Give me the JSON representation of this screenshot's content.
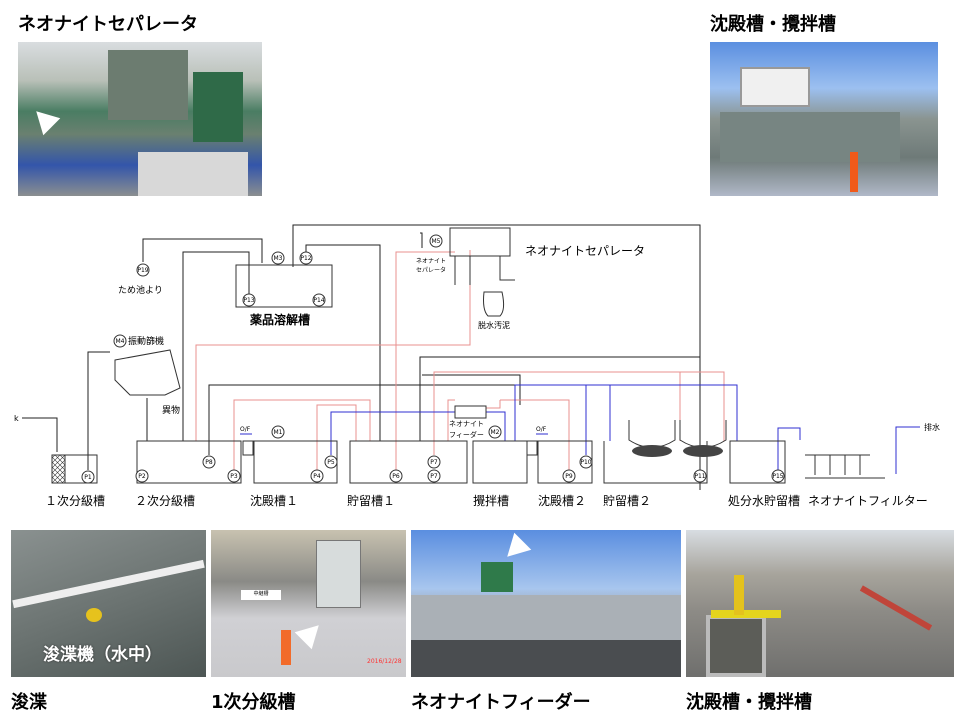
{
  "top_photos": [
    {
      "caption": "ネオナイトセパレータ"
    },
    {
      "caption": "沈殿槽・攪拌槽"
    }
  ],
  "bottom_photos": [
    {
      "caption": "浚渫",
      "overlay": "浚渫機（水中）"
    },
    {
      "caption": "1次分級槽",
      "sign": "中継槽",
      "date": "2016/12/28"
    },
    {
      "caption": "ネオナイトフィーダー"
    },
    {
      "caption": "沈殿槽・攪拌槽"
    }
  ],
  "diagram": {
    "tanks": {
      "t1": "１次分級槽",
      "t2": "２次分級槽",
      "t3": "沈殿槽１",
      "t4": "貯留槽１",
      "t5": "攪拌槽",
      "t6": "沈殿槽２",
      "t7": "貯留槽２",
      "t8": "処分水貯留槽",
      "t9": "ネオナイトフィルター",
      "chem": "薬品溶解槽"
    },
    "labels": {
      "separator": "ネオナイトセパレータ",
      "separator_small_1": "ネオナイト",
      "separator_small_2": "セパレータ",
      "sludge": "脱水汚泥",
      "feeder_1": "ネオナイト",
      "feeder_2": "フィーダー",
      "screen": "振動篩機",
      "foreign": "異物",
      "pond": "ため池より",
      "drain": "排水",
      "inlet": "k",
      "of1": "O/F",
      "of2": "O/F"
    },
    "pumps": {
      "p1": "P1",
      "p2": "P2",
      "p3": "P3",
      "p4": "P4",
      "p5": "P5",
      "p6": "P6",
      "p7a": "P7",
      "p7b": "P7",
      "p8": "P8",
      "p9": "P9",
      "p10": "P10",
      "p11": "P11",
      "p12": "P12",
      "p13": "P13",
      "p14": "P14",
      "p15": "P15",
      "p19": "P19"
    },
    "motors": {
      "m1": "M1",
      "m2": "M2",
      "m3": "M3",
      "m4": "M4",
      "m5": "M5"
    }
  },
  "colors": {
    "red_line": "#e8908f",
    "blue_line": "#2f2fd0",
    "black_line": "#222222"
  }
}
